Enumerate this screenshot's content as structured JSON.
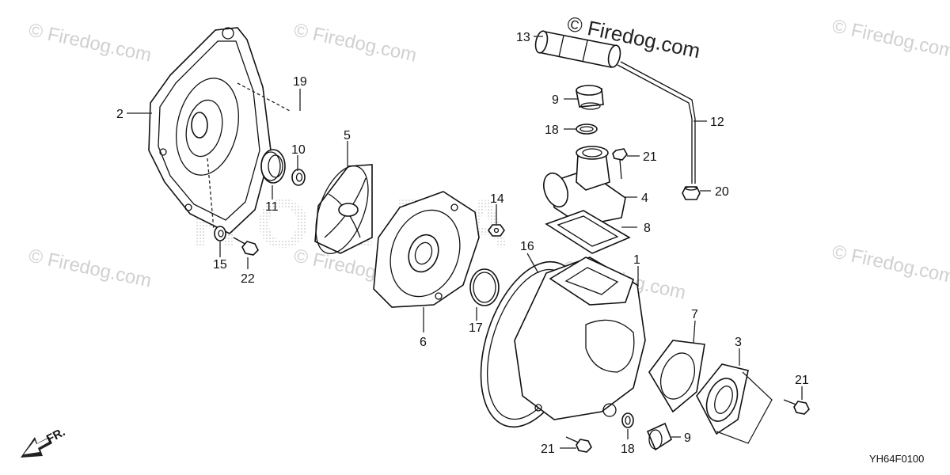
{
  "watermark": {
    "brand_text": "© Firedog.com",
    "faint_text": "© Firedog.com",
    "ghost_logo": "HONDA"
  },
  "diagram_code": "YH64F0100",
  "front_indicator": "FR.",
  "colors": {
    "line": "#222222",
    "watermark": "#d0d0d0",
    "background": "#ffffff"
  },
  "callouts": [
    {
      "id": "c1",
      "label": "1"
    },
    {
      "id": "c2",
      "label": "2"
    },
    {
      "id": "c3",
      "label": "3"
    },
    {
      "id": "c4",
      "label": "4"
    },
    {
      "id": "c5",
      "label": "5"
    },
    {
      "id": "c6",
      "label": "6"
    },
    {
      "id": "c7",
      "label": "7"
    },
    {
      "id": "c8",
      "label": "8"
    },
    {
      "id": "c9a",
      "label": "9"
    },
    {
      "id": "c9b",
      "label": "9"
    },
    {
      "id": "c10",
      "label": "10"
    },
    {
      "id": "c11",
      "label": "11"
    },
    {
      "id": "c12",
      "label": "12"
    },
    {
      "id": "c13",
      "label": "13"
    },
    {
      "id": "c14",
      "label": "14"
    },
    {
      "id": "c15",
      "label": "15"
    },
    {
      "id": "c16",
      "label": "16"
    },
    {
      "id": "c17",
      "label": "17"
    },
    {
      "id": "c18a",
      "label": "18"
    },
    {
      "id": "c18b",
      "label": "18"
    },
    {
      "id": "c19",
      "label": "19"
    },
    {
      "id": "c20",
      "label": "20"
    },
    {
      "id": "c21a",
      "label": "21"
    },
    {
      "id": "c21b",
      "label": "21"
    },
    {
      "id": "c21c",
      "label": "21"
    },
    {
      "id": "c22",
      "label": "22"
    }
  ]
}
